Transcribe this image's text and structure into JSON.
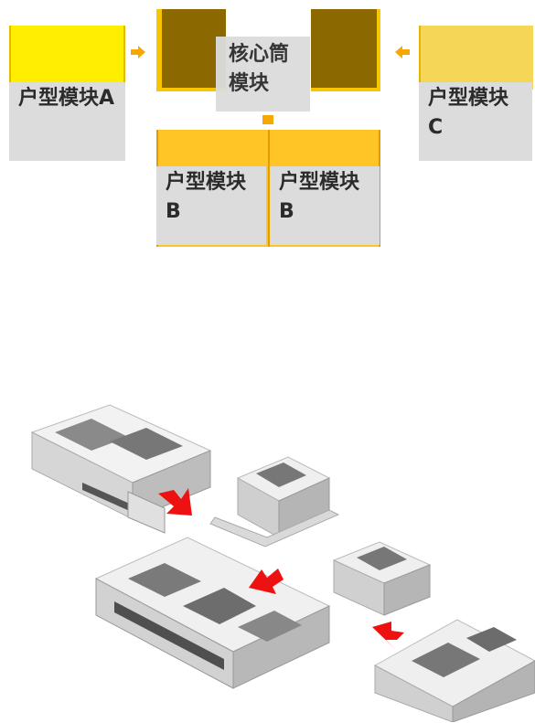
{
  "diagram": {
    "module_a_label": "户型模块A",
    "core_label": "核心筒模块",
    "module_c_label": "户型模块C",
    "module_b1_label": "户型模块B",
    "module_b2_label": "户型模块B"
  },
  "colors": {
    "module_a": "#ffee00",
    "module_b": "#ffc425",
    "module_c": "#f5d657",
    "core": "#8c6800",
    "connector": "#f7a800",
    "label_bg": "#dcdcdc",
    "arrow_red": "#ee1111"
  },
  "illustration": {
    "description_icon": "isometric-floor-plan-modules"
  }
}
